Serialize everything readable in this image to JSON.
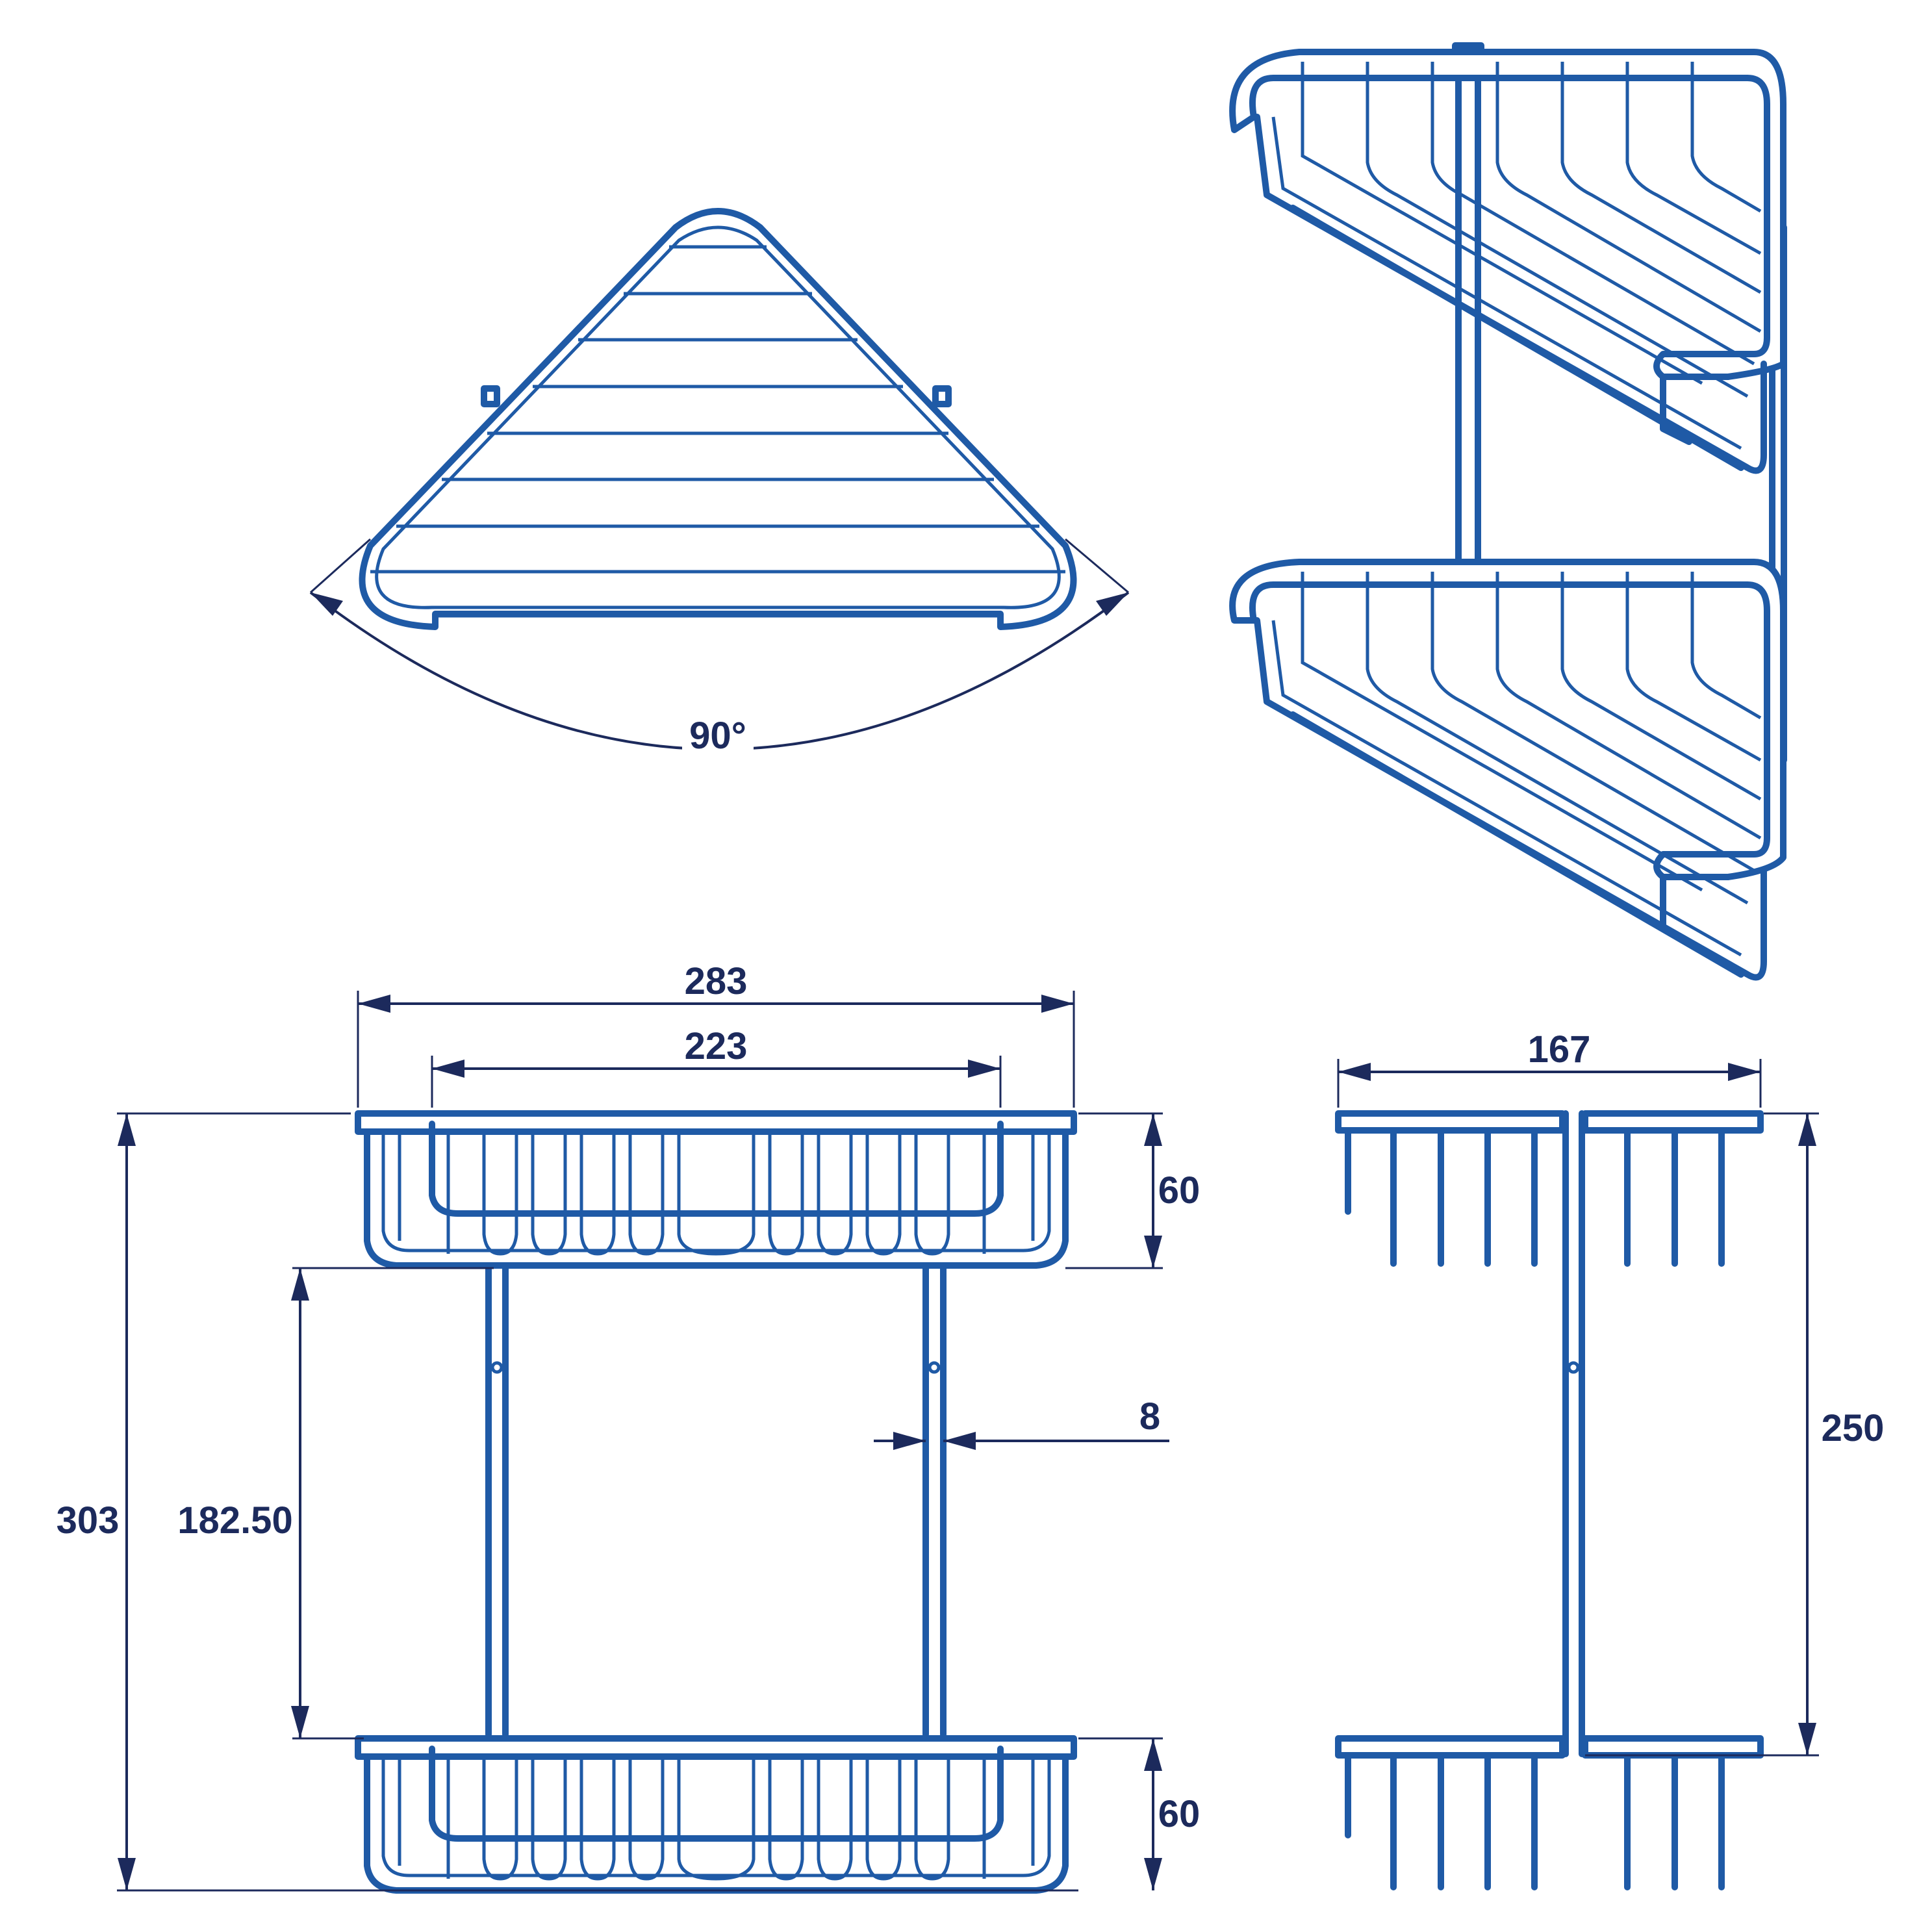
{
  "colors": {
    "wire": "#1f5aa6",
    "dimension": "#1c2a5c",
    "background": "#ffffff"
  },
  "dimensions": {
    "angle": "90°",
    "overall_width": "283",
    "inner_width": "223",
    "overall_height": "303",
    "gap_between_shelves": "182.50",
    "shelf_height_top": "60",
    "shelf_height_bottom": "60",
    "tube_diameter": "8",
    "depth": "167",
    "mount_height": "250"
  }
}
